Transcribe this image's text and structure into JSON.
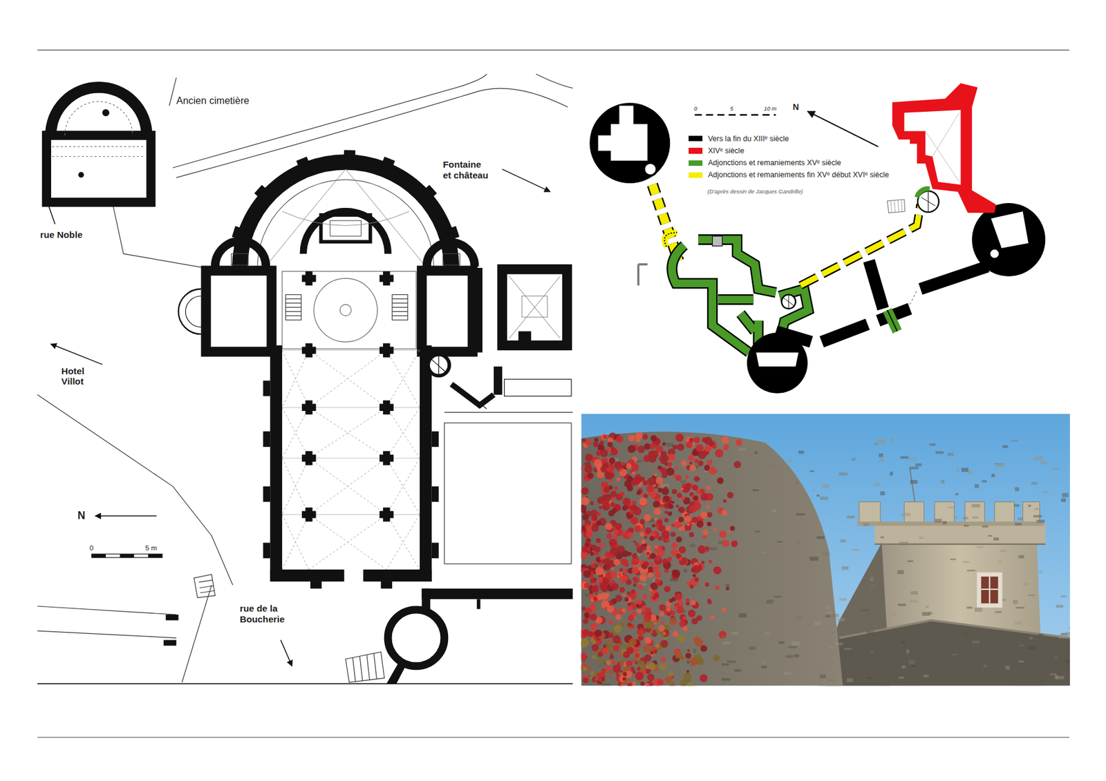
{
  "diagram": {
    "labels": [
      "Ancien cimetière",
      "Fontaine et château",
      "rue Noble",
      "Hotel Villot",
      "N",
      "0",
      "5 m",
      "rue de la Boucherie",
      "N",
      "0",
      "5",
      "10 m",
      "(D'après dessin de Jacques Gandrille)"
    ],
    "legend": [
      {
        "text": "Vers la fin du XIIIᵉ siècle",
        "color": "#000000"
      },
      {
        "text": "XIVᵉ siècle",
        "color": "#e8121a"
      },
      {
        "text": "Adjonctions et remaniements XVᵉ siècle",
        "color": "#4a9a28"
      },
      {
        "text": "Adjonctions et remaniements fin XVᵉ début XVIᵉ siècle",
        "color": "#f5ee00"
      }
    ]
  }
}
